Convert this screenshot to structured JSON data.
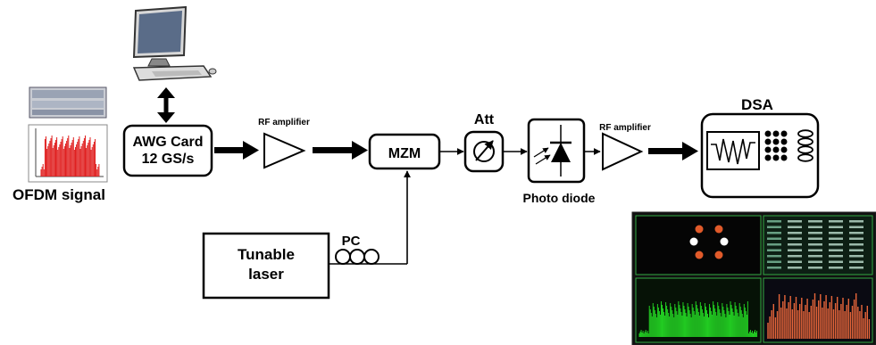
{
  "labels": {
    "awg": "AWG Card\n12 GS/s",
    "ofdm": "OFDM signal",
    "rf_amp_1": "RF amplifier",
    "mzm": "MZM",
    "att": "Att",
    "photodiode": "Photo diode",
    "rf_amp_2": "RF amplifier",
    "dsa": "DSA",
    "laser": "Tunable\nlaser",
    "pc": "PC"
  },
  "colors": {
    "ofdm_spectrum": "#e02020",
    "constellation_red": "#e05a2a",
    "constellation_white": "#ffffff",
    "spectrum_green": "#22cc22",
    "spectrum_orange": "#e8663a",
    "screen_bg": "#0a1a0a"
  },
  "icons": [
    "computer-icon",
    "awg-chassis-icon",
    "photodiode-icon",
    "attenuator-icon",
    "polarization-controller-icon"
  ]
}
